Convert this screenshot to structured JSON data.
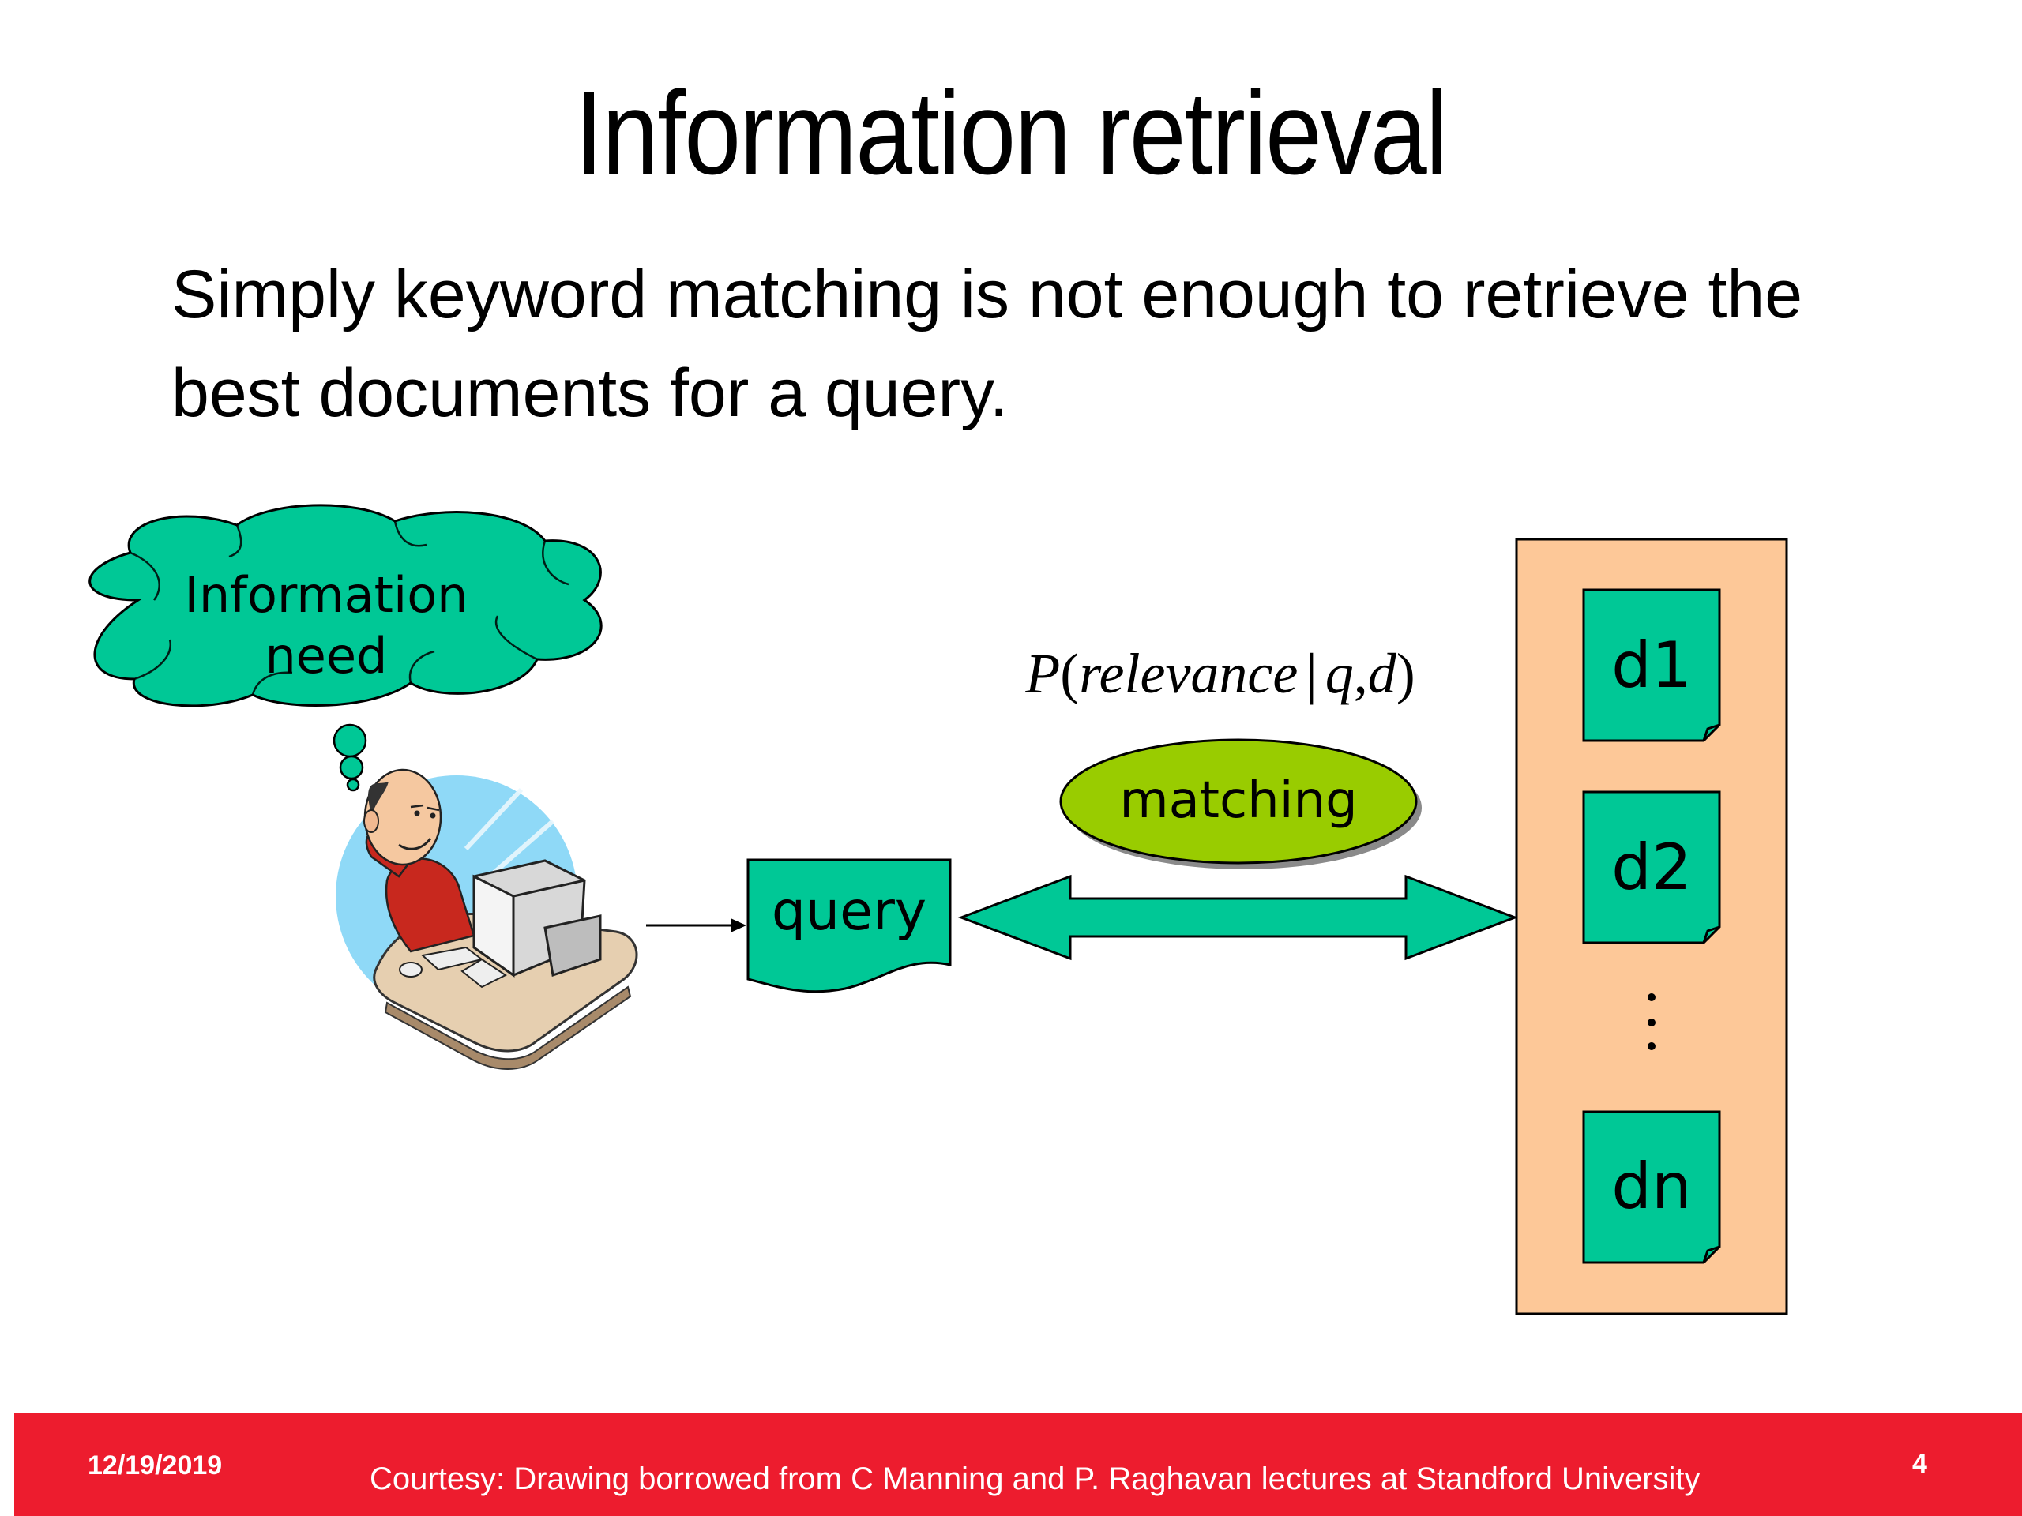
{
  "slide": {
    "title": "Information retrieval",
    "body_line1": "Simply keyword matching is not enough to retrieve the",
    "body_line2": "best documents for a query."
  },
  "diagram": {
    "cloud_label_line1": "Information",
    "cloud_label_line2": "need",
    "query_label": "query",
    "formula_P": "P",
    "formula_open": "(",
    "formula_relevance": "relevance",
    "formula_bar": "|",
    "formula_q": "q",
    "formula_comma": ",",
    "formula_d": "d",
    "formula_close": ")",
    "matching_label": "matching",
    "documents": [
      "d1",
      "d2",
      "dn"
    ],
    "colors": {
      "teal": "#00c896",
      "lime": "#99cc00",
      "collection_bg": "#fdc898",
      "footer_red": "#ed1c2e"
    }
  },
  "footer": {
    "date": "12/19/2019",
    "credit": "Courtesy: Drawing borrowed from  C Manning  and P. Raghavan lectures at Standford University",
    "page": "4"
  }
}
